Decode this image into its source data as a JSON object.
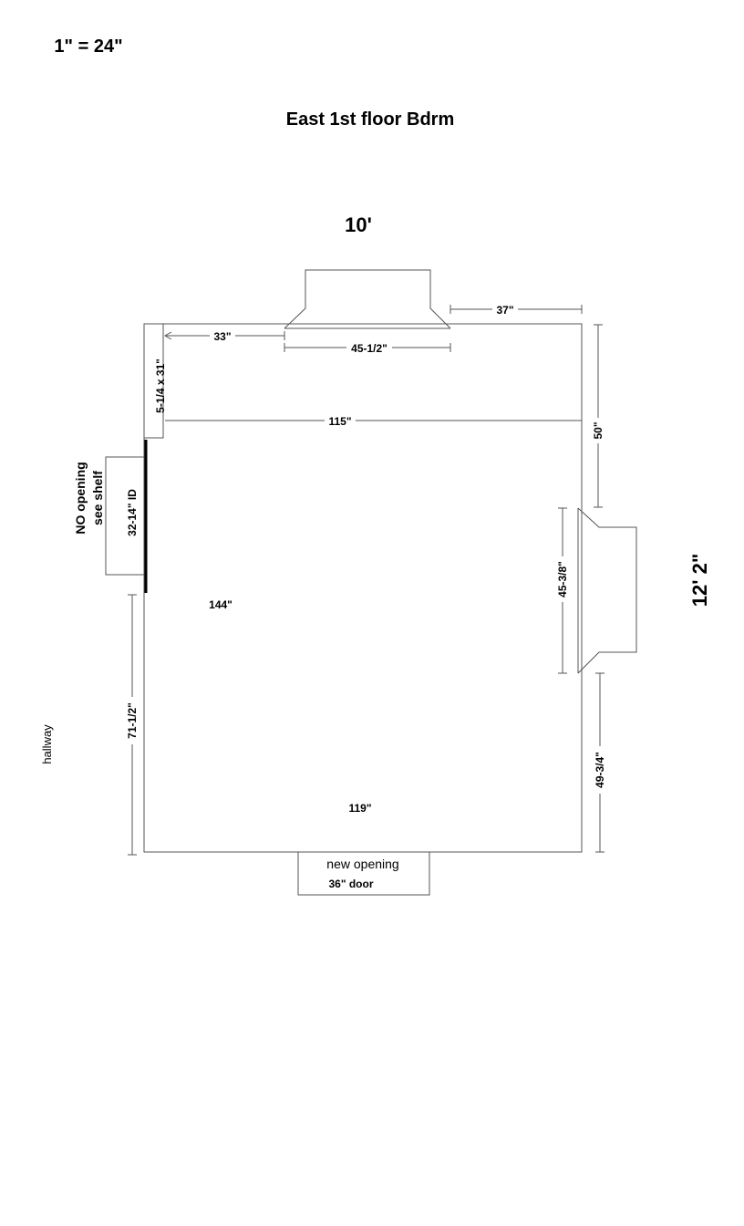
{
  "scale": "1\" = 24\"",
  "title": "East 1st floor Bdrm",
  "overall_width": "10'",
  "overall_depth": "12' 2\"",
  "dimensions": {
    "top_right": "37\"",
    "top_left_to_window": "33\"",
    "top_window": "45-1/2\"",
    "closet": "5-1/4 x 31\"",
    "inner_width": "115\"",
    "right_top": "50\"",
    "right_window": "45-3/8\"",
    "right_bottom": "49-3/4\"",
    "left_lower": "71-1/2\"",
    "left_door": "32-14\" ID",
    "height_label": "144\"",
    "bottom_width": "119\""
  },
  "notes": {
    "no_opening": "NO opening",
    "see_shelf": "see shelf",
    "hallway": "hallway",
    "new_opening": "new opening",
    "door": "36\" door"
  }
}
